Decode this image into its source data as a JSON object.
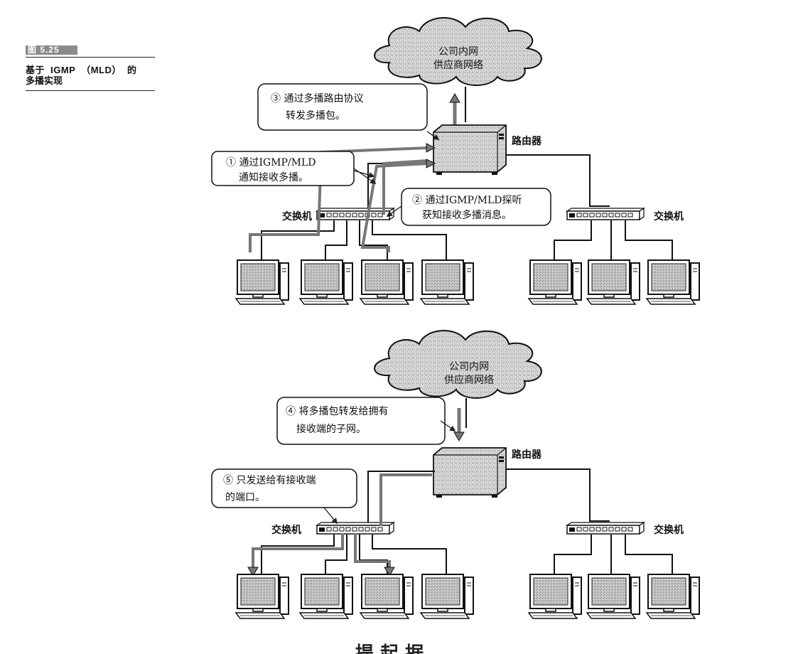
{
  "figure": {
    "number": "图 5.25",
    "caption_line1": "基于 IGMP （MLD） 的",
    "caption_line2": "多播实现"
  },
  "top": {
    "cloud_line1": "公司内网",
    "cloud_line2": "供应商网络",
    "router_label": "路由器",
    "switch_left_label": "交换机",
    "switch_right_label": "交换机",
    "callout3_line1": "③ 通过多播路由协议",
    "callout3_line2": "转发多播包。",
    "callout1_line1": "① 通过IGMP/MLD",
    "callout1_line2": "通知接收多播。",
    "callout2_line1": "② 通过IGMP/MLD探听",
    "callout2_line2": "获知接收多播消息。"
  },
  "bottom": {
    "cloud_line1": "公司内网",
    "cloud_line2": "供应商网络",
    "router_label": "路由器",
    "switch_left_label": "交换机",
    "switch_right_label": "交换机",
    "callout4_line1": "④ 将多播包转发给拥有",
    "callout4_line2": "接收端的子网。",
    "callout5_line1": "⑤ 只发送给有接收端",
    "callout5_line2": "的端口。"
  },
  "footer_text": "提 起 据"
}
